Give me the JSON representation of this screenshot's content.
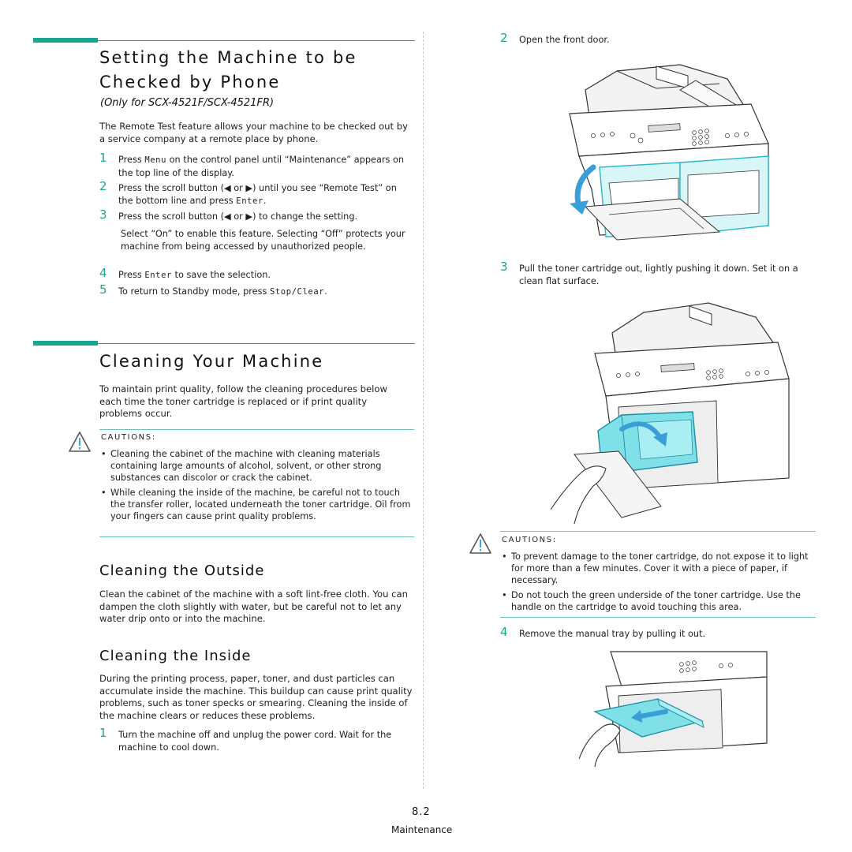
{
  "section1": {
    "title_line1": "Setting the Machine to be",
    "title_line2": "Checked by Phone",
    "subtitle": "(Only for SCX-4521F/SCX-4521FR)",
    "intro": "The Remote Test feature allows your machine to be checked out by a service company at a remote place by phone.",
    "steps": [
      {
        "num": "1",
        "pre": "Press ",
        "key": "Menu",
        "post": " on the control panel until “Maintenance” appears on the top line of the display."
      },
      {
        "num": "2",
        "pre": "Press the scroll button (◀ or ▶) until you see “Remote Test” on the bottom line and press ",
        "key": "Enter",
        "post": "."
      },
      {
        "num": "3",
        "pre": "Press the scroll button (◀ or ▶) to change the setting.",
        "key": "",
        "post": ""
      },
      {
        "num": "4",
        "pre": "Press ",
        "key": "Enter",
        "post": " to save the selection."
      },
      {
        "num": "5",
        "pre": "To return to Standby mode, press ",
        "key": "Stop/Clear",
        "post": "."
      }
    ],
    "step3_note": "Select “On” to enable this feature. Selecting “Off” protects your machine from being accessed by unauthorized people."
  },
  "section2": {
    "title": "Cleaning Your Machine",
    "intro": "To maintain print quality, follow the cleaning procedures below each time the toner cartridge is replaced or if print quality problems occur.",
    "caution_label": "CAUTIONS:",
    "cautions": [
      "Cleaning the cabinet of the machine with cleaning materials containing large amounts of alcohol, solvent, or other strong substances can discolor or crack the cabinet.",
      "While cleaning the inside of the machine, be careful not to touch the transfer roller, located underneath the toner cartridge. Oil from your fingers can cause print quality problems."
    ]
  },
  "outside": {
    "title": "Cleaning the Outside",
    "text": "Clean the cabinet of the machine with a soft lint-free cloth. You can dampen the cloth slightly with water, but be careful not to let any water drip onto or into the machine."
  },
  "inside": {
    "title": "Cleaning the Inside",
    "text": "During the printing process, paper, toner, and dust particles can accumulate inside the machine. This buildup can cause print quality problems, such as toner specks or smearing. Cleaning the inside of the machine clears or reduces these problems.",
    "step1_num": "1",
    "step1": "Turn the machine off and unplug the power cord. Wait for the machine to cool down."
  },
  "right": {
    "step2_num": "2",
    "step2": "Open the front door.",
    "step3_num": "3",
    "step3": "Pull the toner cartridge out, lightly pushing it down. Set it on a clean flat surface.",
    "caution_label": "CAUTIONS:",
    "cautions": [
      "To prevent damage to the toner cartridge, do not expose it to light for more than a few minutes. Cover it with a piece of paper, if necessary.",
      "Do not touch the green underside of the toner cartridge. Use the handle on the cartridge to avoid touching this area."
    ],
    "step4_num": "4",
    "step4": "Remove the manual tray by pulling it out."
  },
  "footer": {
    "page": "8.2",
    "label": "Maintenance"
  },
  "colors": {
    "accent": "#1aa58f",
    "cartridge": "#7fe0e8",
    "arrow": "#3a9fd8"
  },
  "icons": [
    "warning-triangle-icon",
    "printer-illustration",
    "arrow-down-icon"
  ]
}
